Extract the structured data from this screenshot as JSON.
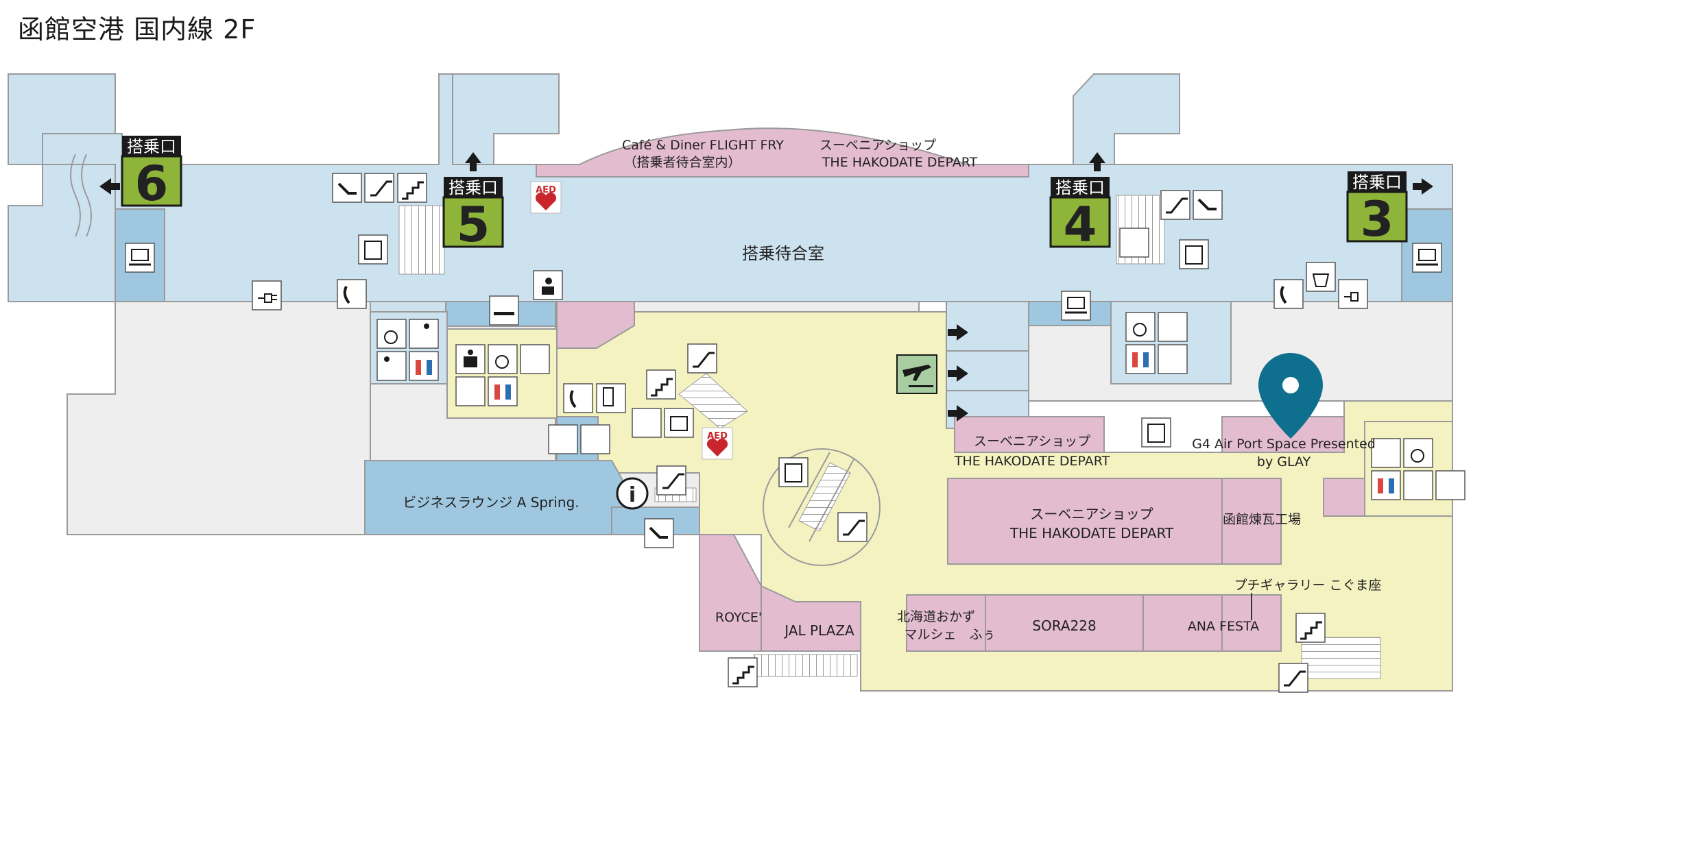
{
  "title": "函館空港 国内線 2F",
  "gates": [
    {
      "label": "搭乗口",
      "number": "6"
    },
    {
      "label": "搭乗口",
      "number": "5"
    },
    {
      "label": "搭乗口",
      "number": "4"
    },
    {
      "label": "搭乗口",
      "number": "3"
    }
  ],
  "areas": {
    "boarding_lounge": "搭乗待合室",
    "cafe_line1": "Café & Diner FLIGHT FRY",
    "cafe_line2": "（搭乗者待合室内）",
    "souvenir_top_line1": "スーベニアショップ",
    "souvenir_top_line2": "THE HAKODATE DEPART",
    "business_lounge": "ビジネスラウンジ A Spring.",
    "souvenir_mid_line1": "スーベニアショップ",
    "souvenir_mid_line2": "THE HAKODATE DEPART",
    "souvenir_big_line1": "スーベニアショップ",
    "souvenir_big_line2": "THE HAKODATE DEPART",
    "brick_factory": "函館煉瓦工場",
    "g4_line1": "G4 Air Port Space Presented",
    "g4_line2": "by GLAY",
    "gallery": "プチギャラリー こぐま座",
    "royce": "ROYCE'",
    "jal_plaza": "JAL PLAZA",
    "hokkaido_line1": "北海道おかず",
    "hokkaido_line2": "マルシェ　ふぅ",
    "sora228": "SORA228",
    "ana_festa": "ANA FESTA"
  },
  "badges": {
    "aed": "AED",
    "info": "i"
  },
  "colors": {
    "boarding_blue": "#cde2ef",
    "deep_blue": "#9fc8e0",
    "public_gray": "#eeeeee",
    "shop_pink": "#e4bcd0",
    "public_yellow": "#f5f2c2",
    "gate_green": "#8fb43a",
    "gate_header": "#1a1a1a",
    "aed_red": "#c8262c",
    "pin_teal": "#0e6f8e"
  }
}
